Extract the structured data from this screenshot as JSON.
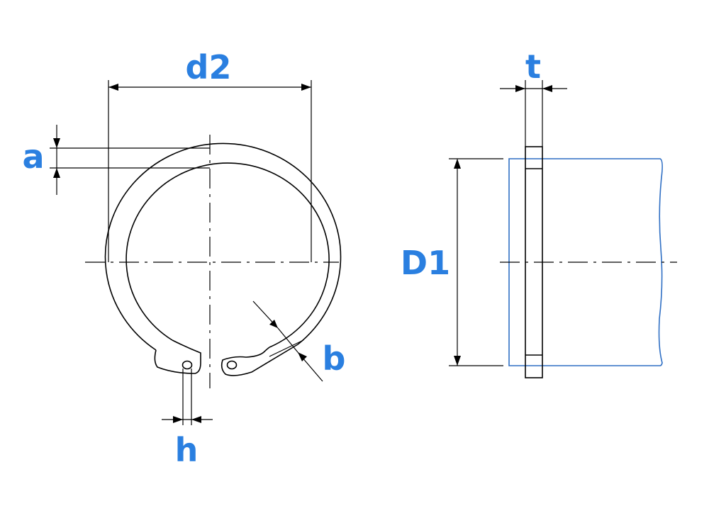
{
  "labels": {
    "d2": "d2",
    "a": "a",
    "b": "b",
    "h": "h",
    "t": "t",
    "D1": "D1"
  },
  "colors": {
    "label": "#2a7fe0",
    "lines": "#000000",
    "shaft": "#2f6fc4"
  }
}
